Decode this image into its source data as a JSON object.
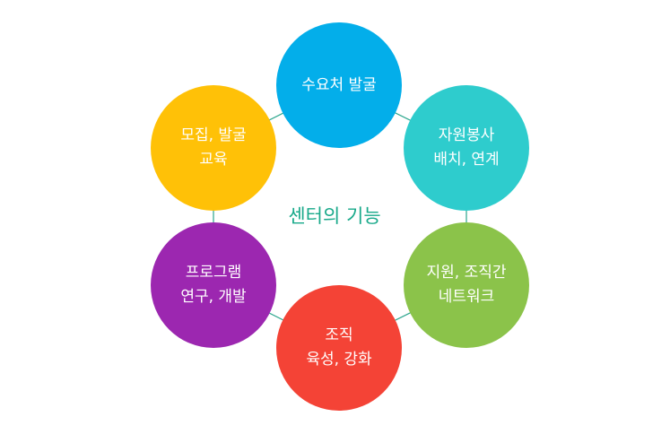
{
  "diagram": {
    "center_label": "센터의 기능",
    "colors": {
      "center_text": "#18a98a",
      "ring_line": "#2aa58c"
    },
    "nodes": [
      {
        "id": "discovery",
        "lines": [
          "수요처 발굴"
        ],
        "color": "#03aeea"
      },
      {
        "id": "volunteer",
        "lines": [
          "자원봉사",
          "배치, 연계"
        ],
        "color": "#2ecccd"
      },
      {
        "id": "network",
        "lines": [
          "지원, 조직간",
          "네트워크"
        ],
        "color": "#8bc34a"
      },
      {
        "id": "organization",
        "lines": [
          "조직",
          "육성, 강화"
        ],
        "color": "#f44336"
      },
      {
        "id": "program",
        "lines": [
          "프로그램",
          "연구, 개발"
        ],
        "color": "#9c27b0"
      },
      {
        "id": "recruit",
        "lines": [
          "모집, 발굴",
          "교육"
        ],
        "color": "#ffc107"
      }
    ]
  }
}
